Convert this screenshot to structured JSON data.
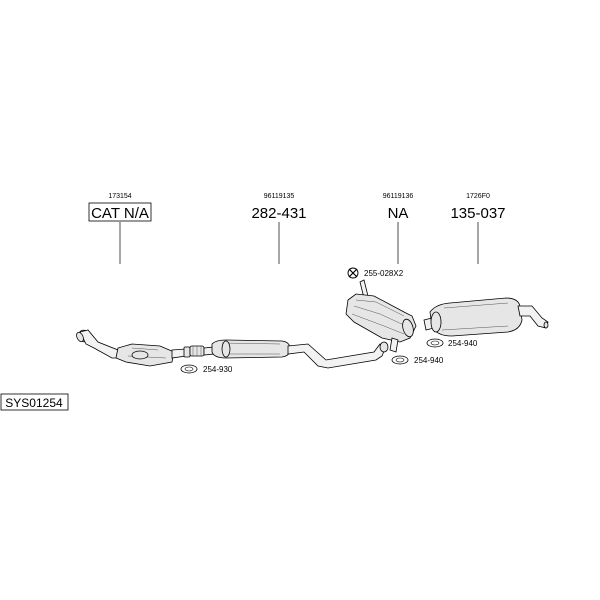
{
  "system": {
    "code": "SYS01254"
  },
  "parts": [
    {
      "ref": "173154",
      "number": "CAT N/A",
      "boxed": true
    },
    {
      "ref": "96119135",
      "number": "282-431",
      "boxed": false
    },
    {
      "ref": "96119136",
      "number": "NA",
      "boxed": false
    },
    {
      "ref": "1726F0",
      "number": "135-037",
      "boxed": false
    }
  ],
  "fittings": [
    {
      "label": "254-930",
      "icon": "gasket-icon"
    },
    {
      "label": "255-028X2",
      "icon": "rubber-mount-icon"
    },
    {
      "label": "254-940",
      "icon": "gasket-icon"
    },
    {
      "label": "254-940",
      "icon": "gasket-icon"
    }
  ]
}
